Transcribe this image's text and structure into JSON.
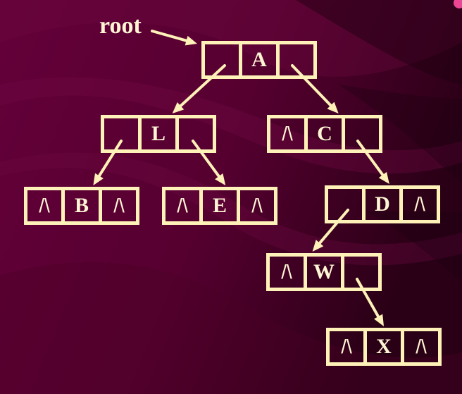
{
  "root_label": "root",
  "nodes": [
    {
      "id": "A",
      "left": "",
      "key": "A",
      "right": ""
    },
    {
      "id": "L",
      "left": "",
      "key": "L",
      "right": ""
    },
    {
      "id": "C",
      "left": "/\\",
      "key": "C",
      "right": ""
    },
    {
      "id": "B",
      "left": "/\\",
      "key": "B",
      "right": "/\\"
    },
    {
      "id": "E",
      "left": "/\\",
      "key": "E",
      "right": "/\\"
    },
    {
      "id": "D",
      "left": "",
      "key": "D",
      "right": "/\\"
    },
    {
      "id": "W",
      "left": "/\\",
      "key": "W",
      "right": ""
    },
    {
      "id": "X",
      "left": "/\\",
      "key": "X",
      "right": "/\\"
    }
  ],
  "edges": [
    {
      "from": "A",
      "to": "L"
    },
    {
      "from": "A",
      "to": "C"
    },
    {
      "from": "L",
      "to": "B"
    },
    {
      "from": "L",
      "to": "E"
    },
    {
      "from": "C",
      "to": "D"
    },
    {
      "from": "D",
      "to": "W"
    },
    {
      "from": "W",
      "to": "X"
    }
  ],
  "colors": {
    "background": "#5a0030",
    "line": "#fff2b8",
    "text": "#fff6d4"
  }
}
